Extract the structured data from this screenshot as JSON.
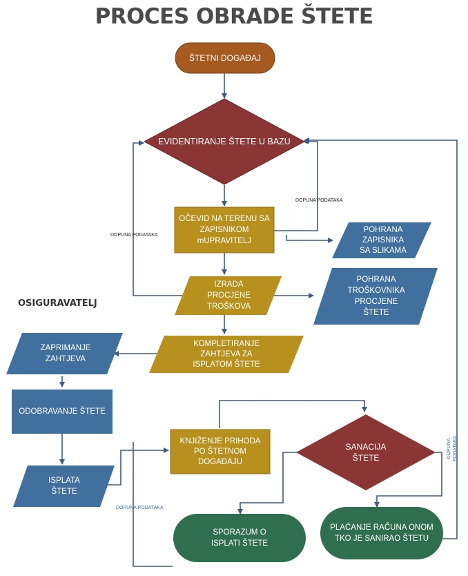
{
  "title": "PROCES OBRADE ŠTETE",
  "side_label": "OSIGURAVATELJ",
  "colors": {
    "orange": "#a65a20",
    "red": "#8b3535",
    "gold": "#b8901e",
    "blue": "#41709f",
    "green": "#2f6f4f",
    "line": "#3d5a80"
  },
  "nodes": {
    "stetni_dogadaj": "ŠTETNI DOGAĐAJ",
    "evidentiranje": "EVIDENTIRANJE ŠTETE U BAZU",
    "ocevid": "OČEVID NA TERENU SA\nZAPISNIKOM\nmUPRAVITELJ",
    "pohrana_zapisnika": "POHRANA\nZAPISNIKA\nSA SLIKAMA",
    "izrada": "IZRADA\nPROCJENE\nTROŠKOVA",
    "pohrana_troskovnika": "POHRANA\nTROŠKOVNIKA\nPROCJENE\nŠTETE",
    "kompletiranje": "KOMPLETIRANJE\nZAHTJEVA ZA\nISPLATOM ŠTETE",
    "zaprimanje": "ZAPRIMANJE\nZAHTJEVA",
    "odobravanje": "ODOBRAVANJE ŠTETE",
    "isplata": "ISPLATA\nŠTETE",
    "knjizenje": "KNJIŽENJE PRIHODA\nPO ŠTETNOM\nDOGAĐAJU",
    "sanacija": "SANACIJA\nŠTETE",
    "sporazum": "SPORAZUM O\nISPLATI ŠTETE",
    "placanje": "PLAĆANJE RAČUNA ONOM\nTKO JE SANIRAO ŠTETU"
  },
  "annotations": {
    "dopuna_1": "DOPUNA PODATAKA",
    "dopuna_2": "DOPUNA PODATAKA",
    "dopuna_3": "DOPUNA PODATAKA",
    "dopuna_4": "DOPUNA\nPODATAKA"
  }
}
